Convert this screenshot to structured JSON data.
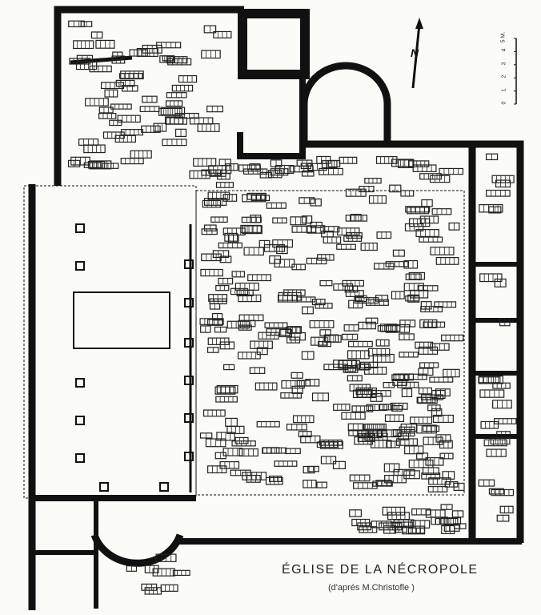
{
  "title": "ÉGLISE DE LA NÉCROPOLE",
  "subtitle": "(d'aprés M.Christofle )",
  "north_label": "N",
  "scale": {
    "ticks": [
      "0",
      "1",
      "2",
      "3",
      "4",
      "5 M."
    ]
  },
  "colors": {
    "wall": "#111111",
    "paper": "#fbfbf8"
  }
}
